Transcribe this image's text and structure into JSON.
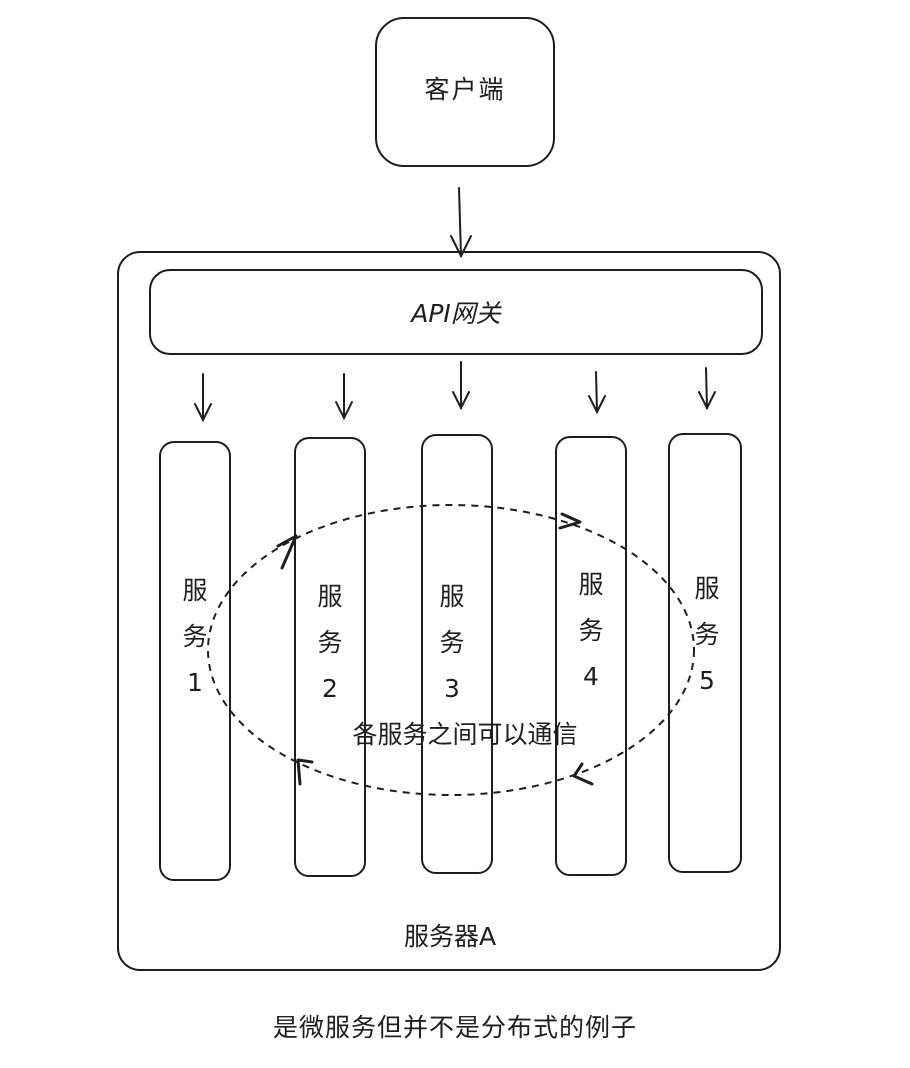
{
  "client": {
    "label": "客户端"
  },
  "gateway": {
    "label": "API网关"
  },
  "services": [
    {
      "name": "服",
      "name2": "务",
      "num": "1"
    },
    {
      "name": "服",
      "name2": "务",
      "num": "2"
    },
    {
      "name": "服",
      "name2": "务",
      "num": "3"
    },
    {
      "name": "服",
      "name2": "务",
      "num": "4"
    },
    {
      "name": "服",
      "name2": "务",
      "num": "5"
    }
  ],
  "communication": {
    "label": "各服务之间可以通信"
  },
  "server": {
    "label": "服务器A"
  },
  "caption": "是微服务但并不是分布式的例子",
  "colors": {
    "stroke": "#1e1e1e",
    "background": "#ffffff"
  }
}
